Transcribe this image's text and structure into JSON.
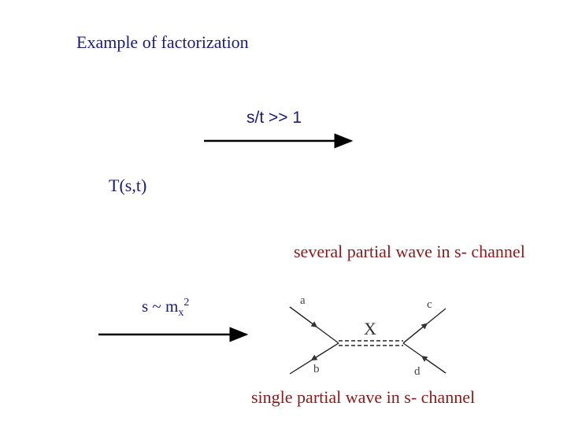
{
  "title": "Example of factorization",
  "condition_high_energy": "s/t >> 1",
  "amplitude": "T(s,t)",
  "several_waves": "several partial wave in s- channel",
  "condition_resonance": {
    "prefix": "s ~ m",
    "subscript": "x",
    "superscript": "2"
  },
  "single_wave": "single partial wave in s- channel",
  "feynman": {
    "labels": {
      "a": "a",
      "b": "b",
      "c": "c",
      "d": "d",
      "exchange": "X"
    }
  },
  "colors": {
    "heading": "#1a1a80",
    "highlight": "#8b1a1a",
    "line": "#000000"
  }
}
